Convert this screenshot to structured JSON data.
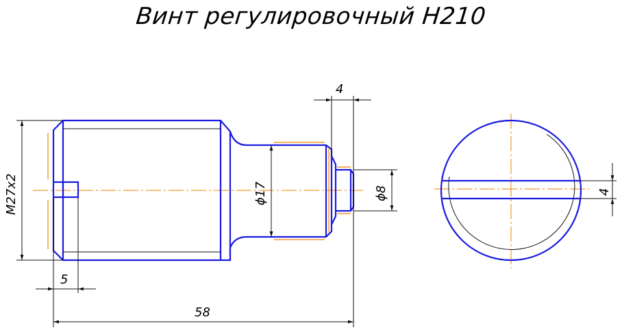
{
  "title": "Винт регулировочный Н210",
  "dimensions": {
    "thread": "M27x2",
    "slot_depth": "5",
    "total_length": "58",
    "neck_diameter": "ϕ17",
    "tip_diameter": "ϕ8",
    "tip_length": "4",
    "slot_width": "4"
  },
  "colors": {
    "part_outline": "#1a1ae0",
    "axis_lines": "#f08000",
    "dimension_lines": "#111111"
  }
}
